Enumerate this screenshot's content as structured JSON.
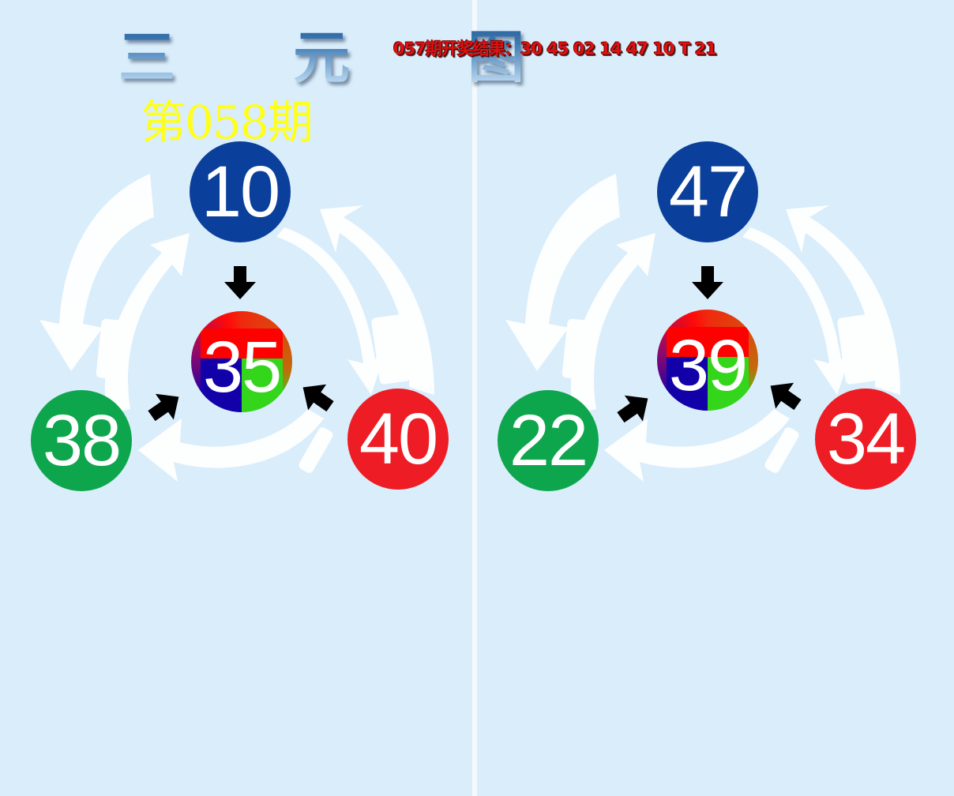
{
  "header": {
    "title": "三 元 图",
    "latest_result": "057期开奖结果：30 45 02 14 47 10 T 21",
    "issue_label": "第058期"
  },
  "colors": {
    "background": "#d9edfb",
    "blue_ball": "#0a3f9b",
    "green_ball": "#0ea64c",
    "red_ball": "#ee1c24",
    "issue_text": "#ffff1a",
    "result_text": "#e01010"
  },
  "diagrams": [
    {
      "top": {
        "value": "10",
        "color": "blue"
      },
      "center": {
        "value": "35",
        "color": "multi"
      },
      "left": {
        "value": "38",
        "color": "green"
      },
      "right": {
        "value": "40",
        "color": "red"
      }
    },
    {
      "top": {
        "value": "47",
        "color": "blue"
      },
      "center": {
        "value": "39",
        "color": "multi"
      },
      "left": {
        "value": "22",
        "color": "green"
      },
      "right": {
        "value": "34",
        "color": "red"
      }
    }
  ]
}
